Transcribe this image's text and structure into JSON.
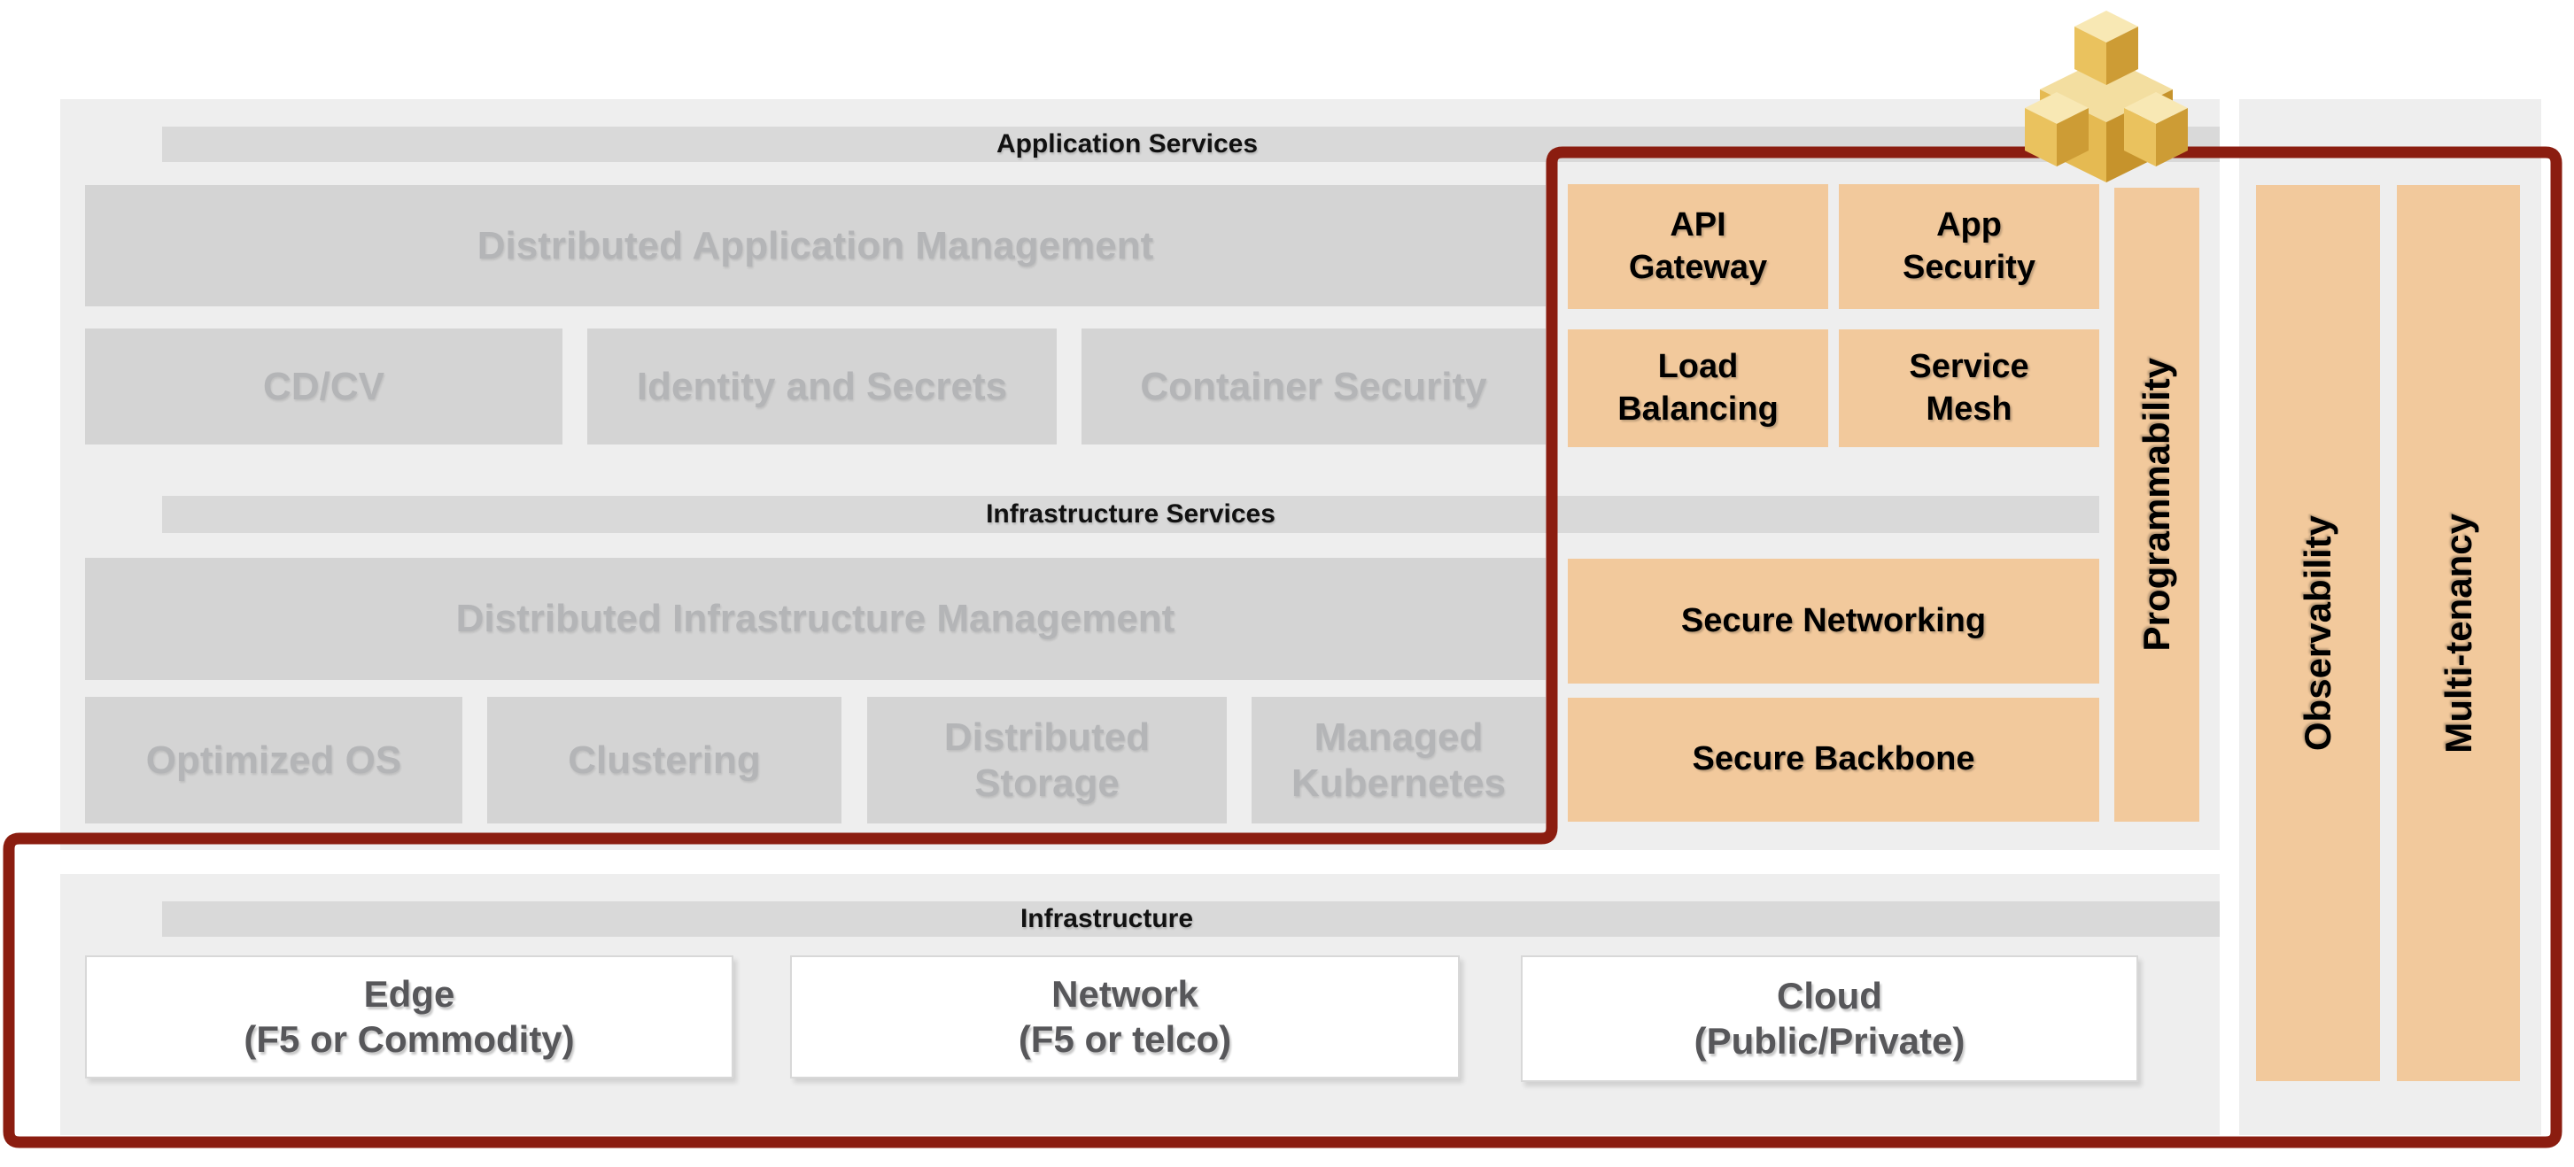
{
  "palette": {
    "panel-bg": "#eeeeee",
    "bar-bg": "#d9d9d9",
    "gray-box-bg": "#d4d4d4",
    "gray-box-text": "#b4b5b7",
    "orange-box-bg": "#f2c99c",
    "outline-red": "#8b1d10",
    "white-box-text": "#57575a",
    "header-text": "#111111"
  },
  "app_services": {
    "header": "Application Services",
    "management": "Distributed Application Management",
    "row": [
      "CD/CV",
      "Identity and Secrets",
      "Container Security"
    ]
  },
  "infrastructure_services": {
    "header": "Infrastructure Services",
    "management": "Distributed Infrastructure Management",
    "row": [
      "Optimized OS",
      "Clustering",
      "Distributed\nStorage",
      "Managed\nKubernetes"
    ]
  },
  "saas_services": {
    "api_gateway": "API\nGateway",
    "app_security": "App\nSecurity",
    "load_balancing": "Load\nBalancing",
    "service_mesh": "Service\nMesh",
    "secure_networking": "Secure Networking",
    "secure_backbone": "Secure Backbone",
    "programmability": "Programmability"
  },
  "platform_bars": {
    "observability": "Observability",
    "multi_tenancy": "Multi-tenancy"
  },
  "infrastructure": {
    "header": "Infrastructure",
    "edge": "Edge\n(F5 or Commodity)",
    "network": "Network\n(F5 or telco)",
    "cloud": "Cloud\n(Public/Private)"
  },
  "logo": {
    "name": "volterra-cubes-logo"
  }
}
